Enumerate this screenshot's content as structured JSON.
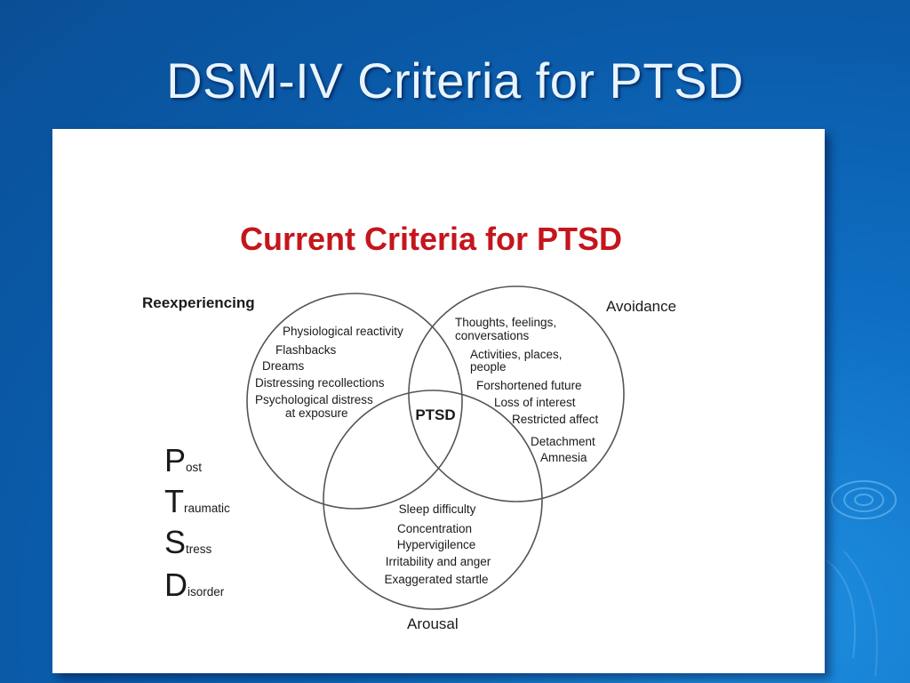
{
  "slide": {
    "title": "DSM-IV Criteria for PTSD"
  },
  "diagram": {
    "heading": "Current Criteria for PTSD",
    "center_label": "PTSD",
    "circles": {
      "reexperiencing": {
        "label": "Reexperiencing",
        "items": [
          "Physiological reactivity",
          "Flashbacks",
          "Dreams",
          "Distressing recollections",
          "Psychological distress",
          "at exposure"
        ]
      },
      "avoidance": {
        "label": "Avoidance",
        "items": [
          "Thoughts, feelings,",
          "conversations",
          "Activities, places,",
          "people",
          "Forshortened future",
          "Loss of interest",
          "Restricted affect",
          "Detachment",
          "Amnesia"
        ]
      },
      "arousal": {
        "label": "Arousal",
        "items": [
          "Sleep difficulty",
          "Concentration",
          "Hypervigilence",
          "Irritability and anger",
          "Exaggerated startle"
        ]
      }
    },
    "acronym": [
      {
        "letter": "P",
        "rest": "ost"
      },
      {
        "letter": "T",
        "rest": "raumatic"
      },
      {
        "letter": "S",
        "rest": "tress"
      },
      {
        "letter": "D",
        "rest": "isorder"
      }
    ]
  },
  "colors": {
    "background": "#0a5aa8",
    "title_text": "#e8f4ff",
    "heading_red": "#c4161c",
    "circle_stroke": "#555555"
  }
}
